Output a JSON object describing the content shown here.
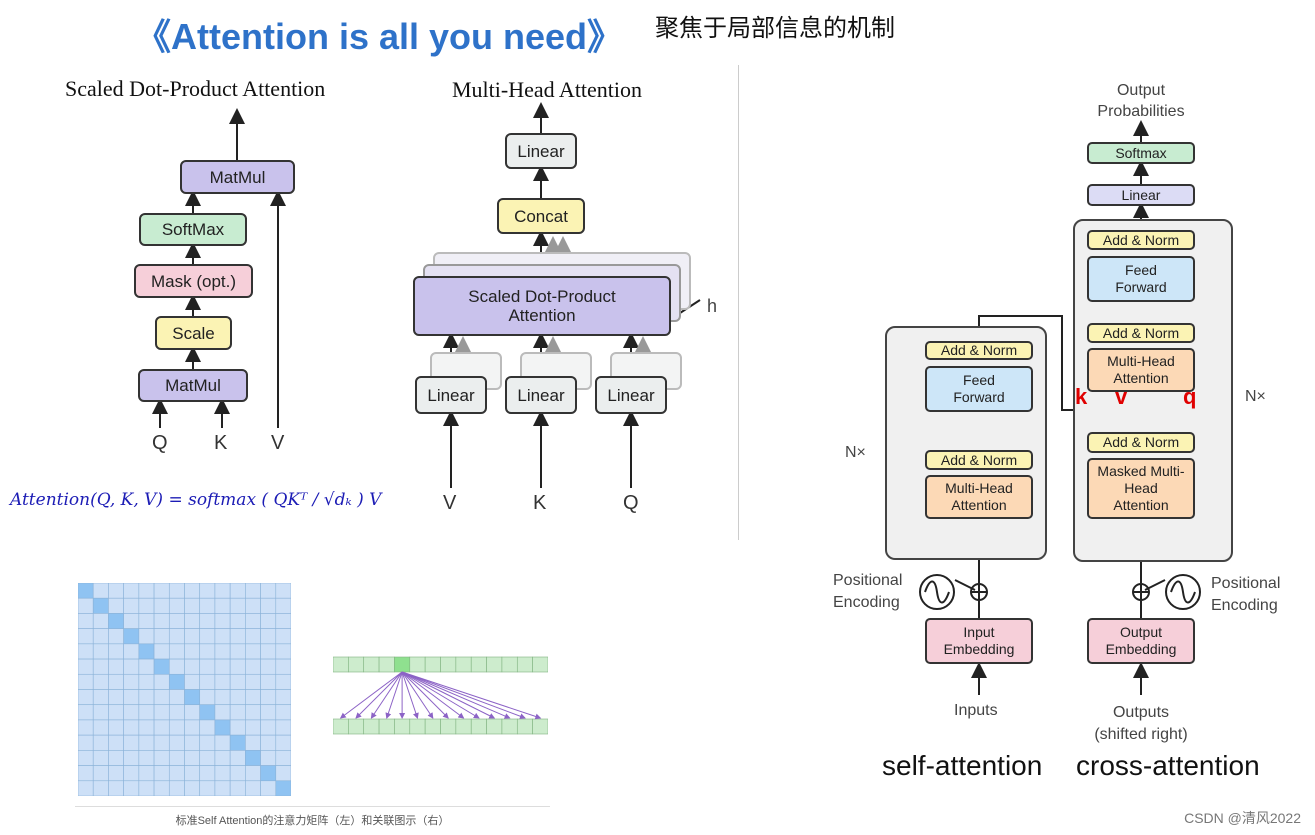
{
  "header": {
    "title": "《Attention is all you need》",
    "subtitle": "聚焦于局部信息的机制"
  },
  "sdpa": {
    "heading": "Scaled Dot-Product Attention",
    "matmul_top": "MatMul",
    "softmax": "SoftMax",
    "mask": "Mask (opt.)",
    "scale": "Scale",
    "matmul_bottom": "MatMul",
    "inputs": [
      "Q",
      "K",
      "V"
    ]
  },
  "mha": {
    "heading": "Multi-Head Attention",
    "linear_top": "Linear",
    "concat": "Concat",
    "sdpa": "Scaled Dot-Product Attention",
    "h_label": "h",
    "linears": [
      "Linear",
      "Linear",
      "Linear"
    ],
    "inputs": [
      "V",
      "K",
      "Q"
    ]
  },
  "formula": "Attention(Q, K, V) = softmax ( QKᵀ / √dₖ ) V",
  "figure_caption": "标准Self Attention的注意力矩阵（左）和关联图示（右）",
  "transformer": {
    "output_probabilities": "Output Probabilities",
    "softmax": "Softmax",
    "linear": "Linear",
    "add_norm": "Add & Norm",
    "feed_forward": "Feed Forward",
    "multi_head_attention": "Multi-Head Attention",
    "masked_multi_head_attention": "Masked Multi-Head Attention",
    "nx": "N×",
    "positional_encoding": "Positional Encoding",
    "input_embedding": "Input Embedding",
    "output_embedding": "Output Embedding",
    "inputs": "Inputs",
    "outputs": "Outputs (shifted right)",
    "k": "k",
    "v": "v",
    "q": "q"
  },
  "labels": {
    "self_attention": "self-attention",
    "cross_attention": "cross-attention"
  },
  "watermark": "CSDN @清风2022",
  "colors": {
    "title": "#2e72c9",
    "matrix_cell": "#cde0f7",
    "matrix_diagonal": "#8fc3f2",
    "relation_cell": "#cdeccd",
    "relation_active": "#8fe08f",
    "relation_arrow": "#8c63c6",
    "annotation_red": "#e00000"
  }
}
